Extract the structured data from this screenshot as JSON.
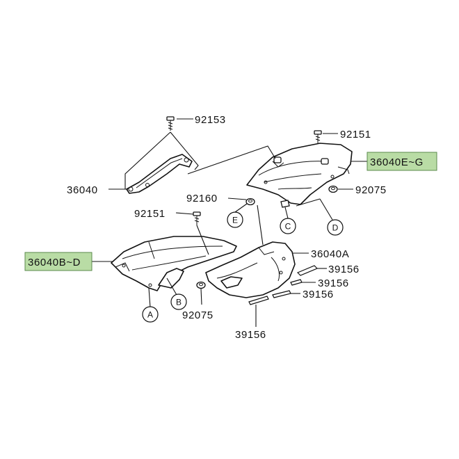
{
  "parts": {
    "bolt_top": "92153",
    "bolt_right_top": "92151",
    "cover_right": "36040E~G",
    "bracket": "36040",
    "nut_e": "92160",
    "grommet_right": "92075",
    "bolt_mid": "92151",
    "cover_left": "36040B~D",
    "cover_center": "36040A",
    "pad_1": "39156",
    "pad_2": "39156",
    "pad_3": "39156",
    "grommet_left": "92075",
    "pad_4": "39156"
  },
  "refs": {
    "a": "A",
    "b": "B",
    "c": "C",
    "d": "D",
    "e": "E"
  },
  "colors": {
    "highlight": "#b9dca5",
    "line": "#111111",
    "background": "#ffffff"
  }
}
